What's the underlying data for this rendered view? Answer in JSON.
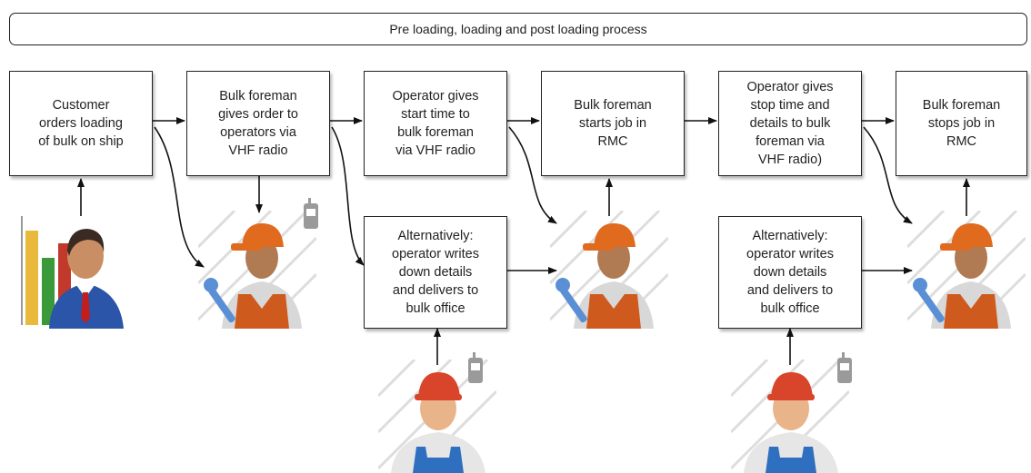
{
  "title": "Pre loading, loading and post loading process",
  "steps": [
    {
      "label": "Customer\norders loading\nof bulk on ship"
    },
    {
      "label": "Bulk foreman\ngives order to\noperators via\nVHF radio"
    },
    {
      "label": "Operator gives\nstart time to\nbulk foreman\nvia VHF radio"
    },
    {
      "label": "Bulk foreman\nstarts job in\nRMC"
    },
    {
      "label": "Operator gives\nstop time and\ndetails to bulk\nforeman via\nVHF radio)"
    },
    {
      "label": "Bulk foreman\nstops job in\nRMC"
    }
  ],
  "alternatives": [
    {
      "label": "Alternatively:\noperator writes\ndown details\nand delivers to\nbulk office"
    },
    {
      "label": "Alternatively:\noperator writes\ndown details\nand delivers to\nbulk office"
    }
  ],
  "colors": {
    "box_border": "#222222",
    "arrow": "#111111",
    "helmet": "#e06a1e",
    "helmet_alt": "#d9452b",
    "skin": "#b07a52",
    "overalls_orange": "#cf5a1d",
    "overalls_blue": "#2f6fc0",
    "suit_blue": "#2a55a8",
    "tie_red": "#c21e1e"
  },
  "icons": [
    "customer-businessman-icon",
    "foreman-mechanic-icon",
    "operator-worker-icon",
    "radio-icon",
    "wrench-icon",
    "bar-chart-icon"
  ]
}
